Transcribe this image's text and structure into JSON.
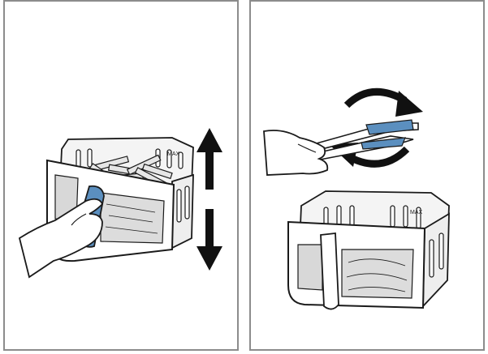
{
  "colors": {
    "outline": "#1a1a1a",
    "accent": "#5b8fbf",
    "accent_dark": "#2f5f8f",
    "frame": "#8c8c8c",
    "basket_fill": "#f4f4f4",
    "basket_shade": "#d8d8d8"
  },
  "panels": [
    {
      "id": "shake-basket",
      "icons": [
        "basket-icon",
        "fries-icon",
        "hand-icon",
        "up-arrow-icon",
        "down-arrow-icon"
      ]
    },
    {
      "id": "use-tongs",
      "icons": [
        "tongs-icon",
        "hand-icon",
        "rotate-arrow-icon",
        "basket-icon"
      ]
    }
  ],
  "labels": {
    "max_mark_left": "MAX",
    "max_mark_right": "MAX"
  }
}
